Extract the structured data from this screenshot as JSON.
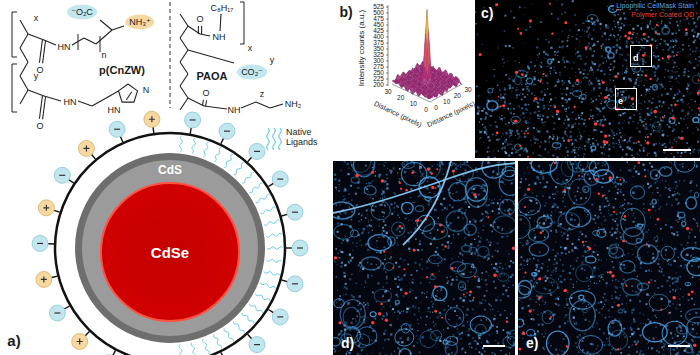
{
  "diagram": {
    "nodes": [
      {
        "text": [
          "CdS"
        ]
      },
      {
        "text": [
          "CdSe"
        ],
        "in": 0
      },
      {
        "text": [
          "c)"
        ]
      },
      {
        "text": [
          "d"
        ],
        "in": 2
      },
      {
        "text": [
          "e"
        ],
        "in": 2
      },
      {
        "text": [
          "d)"
        ]
      },
      {
        "text": [
          "e)"
        ]
      }
    ],
    "labels": [
      "a)",
      "x",
      "⁻O₂C",
      "NH₃⁺",
      "HN",
      "n",
      "O",
      "p(CnZW)",
      "y",
      "HN",
      "O",
      "N",
      "HN",
      "C₈H₁₇",
      "x",
      "NH",
      "O",
      "PAOA",
      "y",
      "CO₂⁻",
      "O",
      "z",
      "NH",
      "NH₂",
      "b)",
      "Intensity counts (a.u.)",
      "525",
      "500",
      "475",
      "450",
      "425",
      "400",
      "375",
      "350",
      "325",
      "300",
      "275",
      "250",
      "225",
      "200",
      "Distance (pixels)",
      "30",
      "20",
      "10",
      "0",
      "Distance (pixels)",
      "0",
      "10",
      "20",
      "30"
    ],
    "legend": [
      {
        "text": "Native Ligands"
      },
      {
        "text": "Lipophilic CellMask Stain",
        "color": "#5aa9e6"
      },
      {
        "text": "Polymer Coated QD",
        "color": "#e8403a"
      }
    ]
  }
}
